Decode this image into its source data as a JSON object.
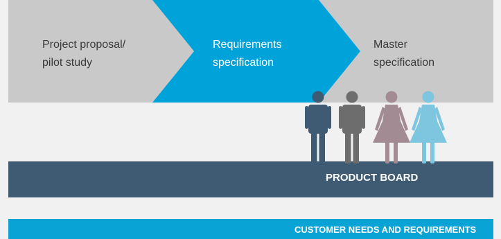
{
  "process": {
    "steps": [
      {
        "line1": "Project proposal/",
        "line2": "pilot study"
      },
      {
        "line1": "Requirements",
        "line2": "specification"
      },
      {
        "line1": "Master",
        "line2": "specification"
      }
    ]
  },
  "board": {
    "label": "PRODUCT BOARD",
    "members": [
      {
        "figure": "male-figure-icon",
        "color": "#3e5b73"
      },
      {
        "figure": "male-figure-icon",
        "color": "#6d6d6d"
      },
      {
        "figure": "female-figure-icon",
        "color": "#a38b93"
      },
      {
        "figure": "female-figure-icon",
        "color": "#7ec5e0"
      }
    ]
  },
  "customer": {
    "label": "CUSTOMER NEEDS AND REQUIREMENTS"
  },
  "colors": {
    "background": "#f1f1f1",
    "step_gray": "#c9c9c9",
    "step_accent": "#00a3d9",
    "board_bar": "#3e5b73",
    "customer_bar": "#0aa3d6"
  }
}
